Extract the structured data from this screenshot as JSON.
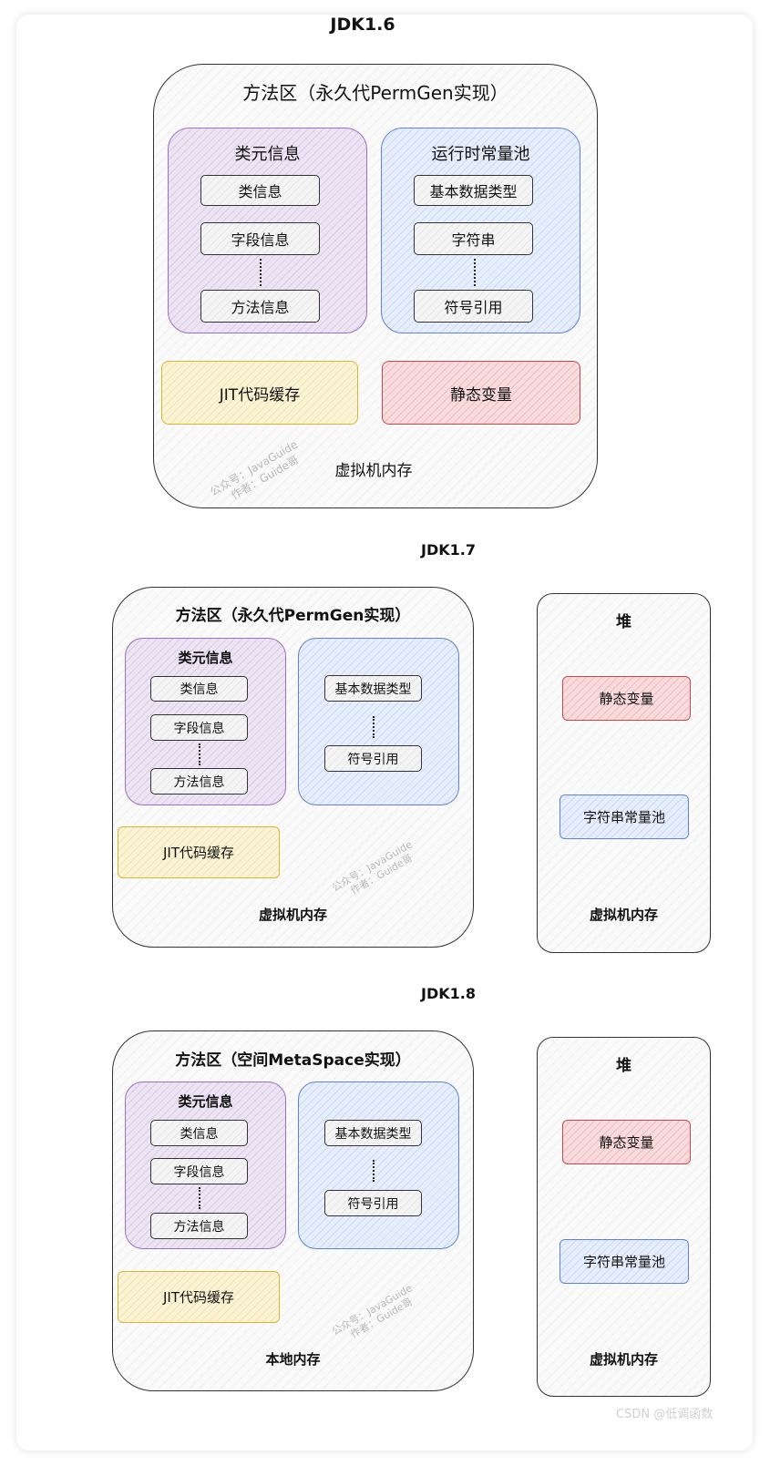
{
  "jdk16": {
    "title": "JDK1.6",
    "method_area_title": "方法区（永久代PermGen实现）",
    "class_meta": {
      "title": "类元信息",
      "items": [
        "类信息",
        "字段信息",
        "方法信息"
      ]
    },
    "runtime_pool": {
      "title": "运行时常量池",
      "items": [
        "基本数据类型",
        "字符串",
        "符号引用"
      ]
    },
    "jit": "JIT代码缓存",
    "static_vars": "静态变量",
    "memory_label": "虚拟机内存",
    "watermark": [
      "公众号：JavaGuide",
      "作者：Guide哥"
    ]
  },
  "jdk17": {
    "title": "JDK1.7",
    "method_area_title": "方法区（永久代PermGen实现）",
    "class_meta": {
      "title": "类元信息",
      "items": [
        "类信息",
        "字段信息",
        "方法信息"
      ]
    },
    "runtime_pool": {
      "items": [
        "基本数据类型",
        "符号引用"
      ]
    },
    "jit": "JIT代码缓存",
    "memory_label": "虚拟机内存",
    "heap": {
      "title": "堆",
      "static_vars": "静态变量",
      "string_pool": "字符串常量池",
      "memory_label": "虚拟机内存"
    },
    "watermark": [
      "公众号：JavaGuide",
      "作者：Guide哥"
    ]
  },
  "jdk18": {
    "title": "JDK1.8",
    "method_area_title": "方法区（空间MetaSpace实现）",
    "class_meta": {
      "title": "类元信息",
      "items": [
        "类信息",
        "字段信息",
        "方法信息"
      ]
    },
    "runtime_pool": {
      "items": [
        "基本数据类型",
        "符号引用"
      ]
    },
    "jit": "JIT代码缓存",
    "memory_label": "本地内存",
    "heap": {
      "title": "堆",
      "static_vars": "静态变量",
      "string_pool": "字符串常量池",
      "memory_label": "虚拟机内存"
    },
    "watermark": [
      "公众号：JavaGuide",
      "作者：Guide哥"
    ]
  },
  "footer": {
    "csdn": "CSDN @低调函数"
  }
}
